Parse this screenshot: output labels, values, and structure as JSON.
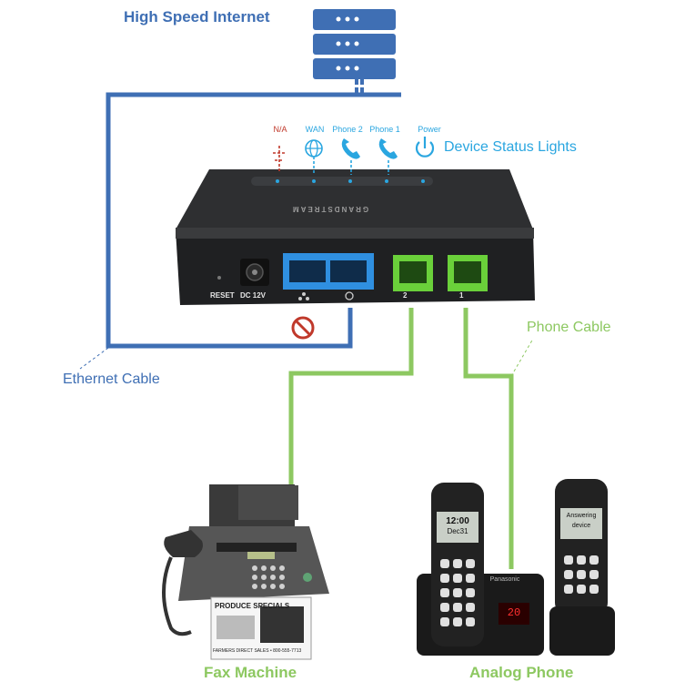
{
  "title": "High Speed Internet",
  "labels": {
    "device_status": "Device Status Lights",
    "ethernet_cable": "Ethernet Cable",
    "phone_cable": "Phone Cable",
    "fax_machine": "Fax Machine",
    "analog_phone": "Analog Phone"
  },
  "leds": {
    "na": "N/A",
    "wan": "WAN",
    "phone2": "Phone 2",
    "phone1": "Phone 1",
    "power": "Power"
  },
  "device": {
    "brand": "GRANDSTREAM",
    "reset": "RESET",
    "dc": "DC 12V",
    "port2": "2",
    "port1": "1"
  },
  "handset": {
    "screen1_line1": "12:00",
    "screen1_line2": "Dec31",
    "screen2_line1": "Answering",
    "screen2_line2": "device",
    "base_display": "20",
    "brand": "Panasonic"
  },
  "fax_paper": {
    "headline": "PRODUCE SPECIALS",
    "footer": "FARMERS DIRECT SALES • 800-555-7713"
  },
  "colors": {
    "internet_blue": "#3f6fb4",
    "phone_green": "#8dc861",
    "status_cyan": "#2aa6e0",
    "na_red": "#c0392b",
    "ethernet_port": "#2f8fe0",
    "phone_port": "#6ad03a"
  }
}
